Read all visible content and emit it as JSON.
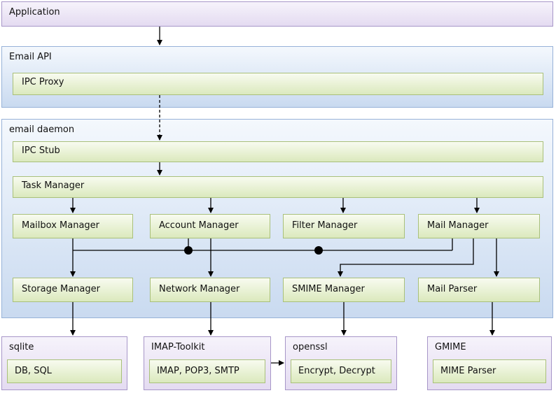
{
  "application": "Application",
  "email_api": {
    "title": "Email API",
    "ipc_proxy": "IPC Proxy"
  },
  "daemon": {
    "title": "email daemon",
    "ipc_stub": "IPC Stub",
    "task_manager": "Task Manager",
    "mailbox_manager": "Mailbox Manager",
    "account_manager": "Account Manager",
    "filter_manager": "Filter Manager",
    "mail_manager": "Mail Manager",
    "storage_manager": "Storage Manager",
    "network_manager": "Network Manager",
    "smime_manager": "SMIME Manager",
    "mail_parser": "Mail Parser"
  },
  "libraries": {
    "sqlite": {
      "title": "sqlite",
      "content": "DB, SQL"
    },
    "imap_toolkit": {
      "title": "IMAP-Toolkit",
      "content": "IMAP, POP3, SMTP"
    },
    "openssl": {
      "title": "openssl",
      "content": "Encrypt, Decrypt"
    },
    "gmime": {
      "title": "GMIME",
      "content": "MIME Parser"
    }
  },
  "colors": {
    "layer_purple": "#e4dbf1",
    "layer_blue": "#c9daf0",
    "component_green": "#dbe9bd",
    "line": "#000000"
  }
}
